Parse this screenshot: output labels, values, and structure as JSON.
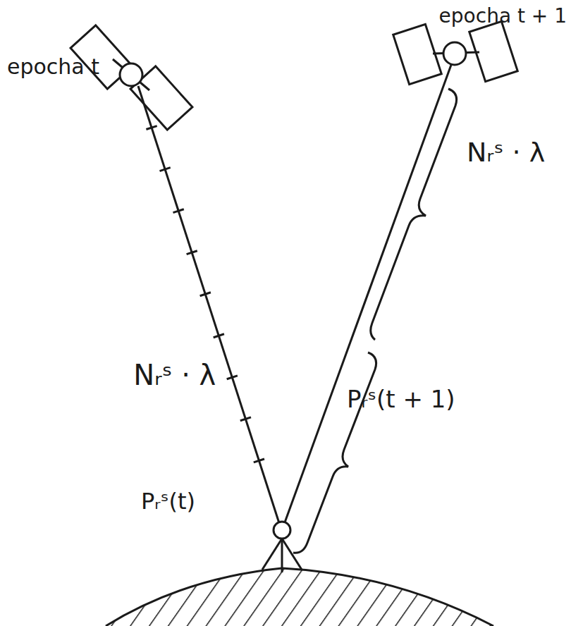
{
  "diagram": {
    "labels": [
      "epocha t + 1",
      "epocha t",
      "Nᵣˢ · λ",
      "Nᵣˢ · λ",
      "Pᵣˢ(t + 1)",
      "Pᵣˢ(t)"
    ]
  }
}
